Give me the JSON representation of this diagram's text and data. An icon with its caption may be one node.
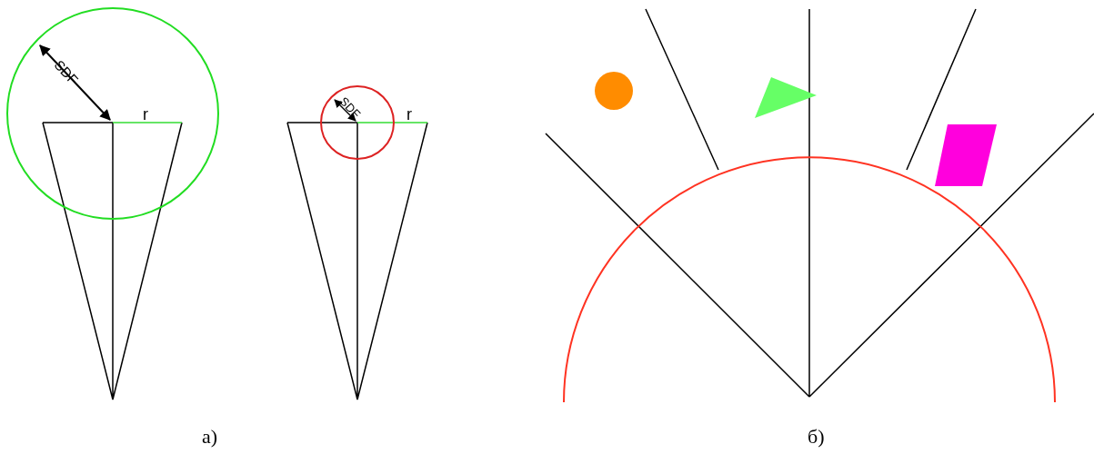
{
  "diagram": {
    "labels": [
      "SDF",
      "r",
      "SDF",
      "r",
      "а)",
      "б)"
    ]
  }
}
